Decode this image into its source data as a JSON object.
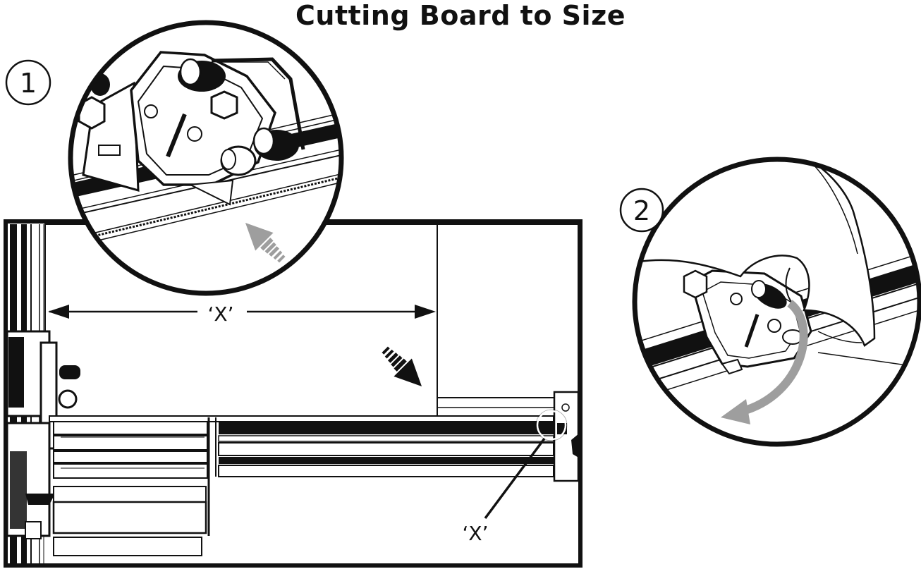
{
  "title": "Cutting Board to Size",
  "steps": [
    {
      "number": "1"
    },
    {
      "number": "2"
    }
  ],
  "dimension_label": "‘X’",
  "callout_label": "‘X’",
  "colors": {
    "ink": "#111111",
    "gray_arrow": "#9e9e9e",
    "background": "#ffffff"
  }
}
